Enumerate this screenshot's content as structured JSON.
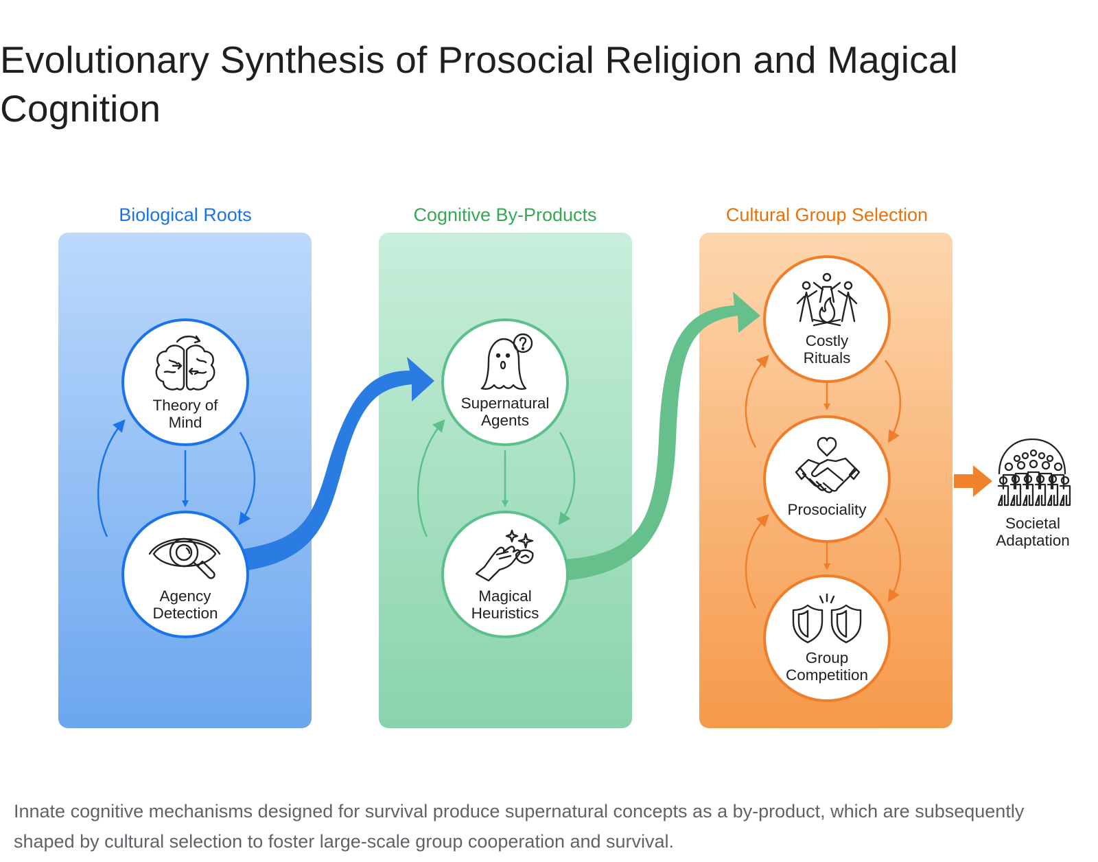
{
  "title": "Evolutionary Synthesis of Prosocial Religion and Magical Cognition",
  "columns": [
    {
      "title": "Biological Roots",
      "color": "#1a73e8",
      "nodes": [
        {
          "line1": "Theory of",
          "line2": "Mind",
          "icon": "brain-icon"
        },
        {
          "line1": "Agency",
          "line2": "Detection",
          "icon": "eye-magnifier-icon"
        }
      ]
    },
    {
      "title": "Cognitive By-Products",
      "color": "#34a853",
      "nodes": [
        {
          "line1": "Supernatural",
          "line2": "Agents",
          "icon": "ghost-icon"
        },
        {
          "line1": "Magical",
          "line2": "Heuristics",
          "icon": "magic-hand-icon"
        }
      ]
    },
    {
      "title": "Cultural Group Selection",
      "color": "#e8710a",
      "nodes": [
        {
          "line1": "Costly",
          "line2": "Rituals",
          "icon": "ritual-fire-icon"
        },
        {
          "line1": "Prosociality",
          "line2": "",
          "icon": "handshake-heart-icon"
        },
        {
          "line1": "Group",
          "line2": "Competition",
          "icon": "shields-icon"
        }
      ]
    }
  ],
  "outcome": {
    "line1": "Societal",
    "line2": "Adaptation",
    "icon": "crowd-icon"
  },
  "caption": "Innate cognitive mechanisms designed for survival produce supernatural concepts as a by-product, which are subsequently shaped by cultural selection to foster large-scale group cooperation and survival."
}
